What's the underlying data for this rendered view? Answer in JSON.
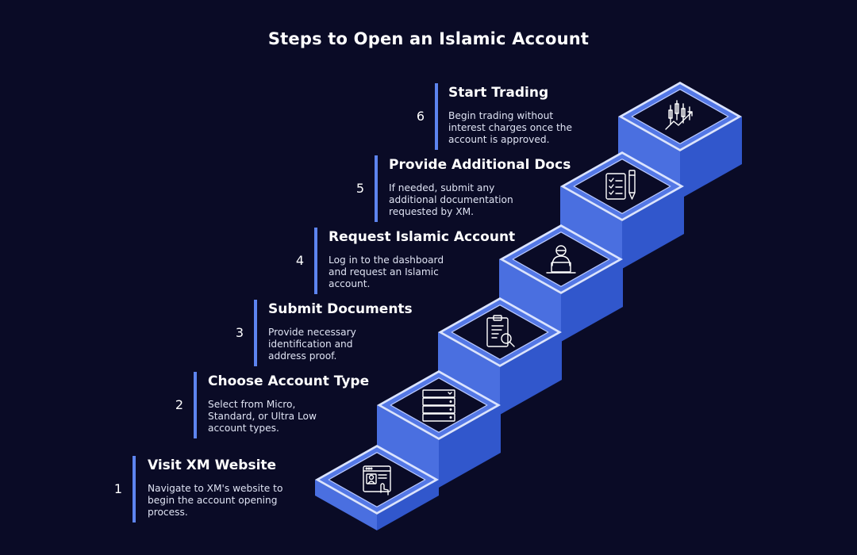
{
  "title": "Steps to Open an Islamic Account",
  "colors": {
    "background": "#0a0b26",
    "accent": "#5d84ef",
    "stair_top": "#0a0b26",
    "stair_riser": "#4a6fe0",
    "stair_side": "#3157cc"
  },
  "steps": [
    {
      "number": "1",
      "title": "Visit XM Website",
      "description": "Navigate to XM's website to begin the account opening process.",
      "icon": "website-profile-icon"
    },
    {
      "number": "2",
      "title": "Choose Account Type",
      "description": "Select from Micro, Standard, or Ultra Low account types.",
      "icon": "account-list-icon"
    },
    {
      "number": "3",
      "title": "Submit Documents",
      "description": "Provide necessary identification and address proof.",
      "icon": "clipboard-search-icon"
    },
    {
      "number": "4",
      "title": "Request Islamic Account",
      "description": "Log in to the dashboard and request an Islamic account.",
      "icon": "user-laptop-icon"
    },
    {
      "number": "5",
      "title": "Provide Additional Docs",
      "description": "If needed, submit any additional documentation requested by XM.",
      "icon": "document-pen-icon"
    },
    {
      "number": "6",
      "title": "Start Trading",
      "description": "Begin trading without interest charges once the account is approved.",
      "icon": "trading-chart-icon"
    }
  ]
}
